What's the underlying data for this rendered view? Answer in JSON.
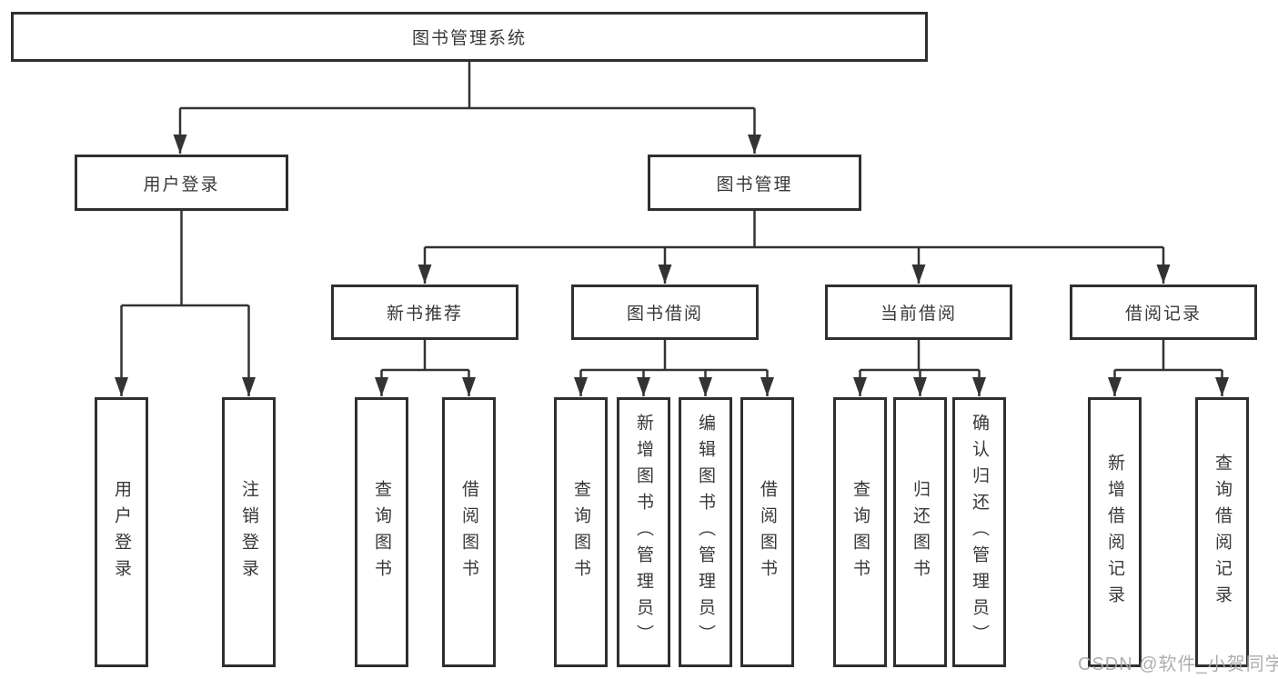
{
  "diagram": {
    "root": {
      "label": "图书管理系统"
    },
    "level2": [
      {
        "label": "用户登录"
      },
      {
        "label": "图书管理"
      }
    ],
    "level3": [
      {
        "label": "新书推荐"
      },
      {
        "label": "图书借阅"
      },
      {
        "label": "当前借阅"
      },
      {
        "label": "借阅记录"
      }
    ],
    "leaves": {
      "user_login": [
        {
          "label": "用户登录"
        },
        {
          "label": "注销登录"
        }
      ],
      "new_book": [
        {
          "label": "查询图书"
        },
        {
          "label": "借阅图书"
        }
      ],
      "book_borrow": [
        {
          "label": "查询图书"
        },
        {
          "label": "新增图书（管理员）"
        },
        {
          "label": "编辑图书（管理员）"
        },
        {
          "label": "借阅图书"
        }
      ],
      "current_borrow": [
        {
          "label": "查询图书"
        },
        {
          "label": "归还图书"
        },
        {
          "label": "确认归还（管理员）"
        }
      ],
      "borrow_record": [
        {
          "label": "新增借阅记录"
        },
        {
          "label": "查询借阅记录"
        }
      ]
    },
    "watermark": "CSDN @软件_小贺同学",
    "colors": {
      "line": "#333333",
      "box_border": "#2f2f2f",
      "text": "#383838",
      "watermark": "#a5a5a5",
      "background": "#ffffff"
    }
  }
}
